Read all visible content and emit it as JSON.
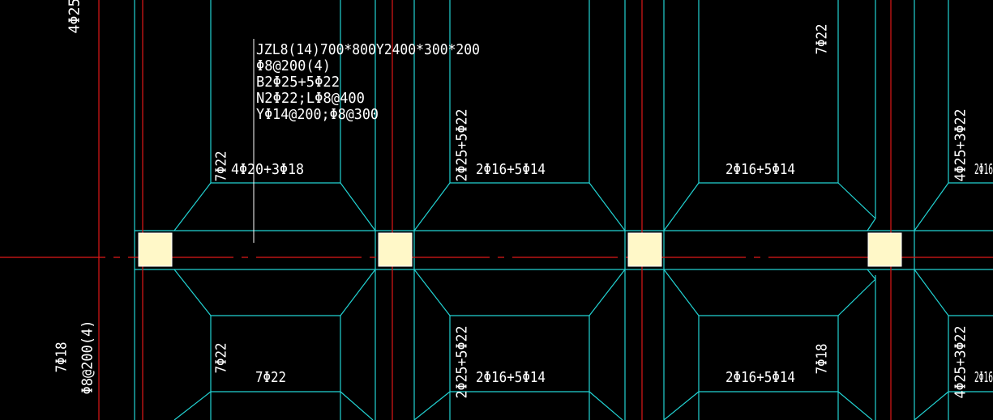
{
  "drawing": {
    "colors": {
      "background": "#000000",
      "beam_lines": "#22d3d3",
      "axis_lines": "#e01818",
      "column_fill": "#fff8c8",
      "text": "#ffffff"
    },
    "beam_annotation": {
      "line1": "JZL8(14)700*800Y2400*300*200",
      "line2": "Φ8@200(4)",
      "line3": "B2Φ25+5Φ22",
      "line4": "N2Φ22;LΦ8@400",
      "line5": "YΦ14@200;Φ8@300"
    },
    "labels": {
      "left_top_vertical": "4Φ25",
      "left_bottom_v1": "7Φ18",
      "left_bottom_v2": "Φ8@200(4)",
      "bay1_top_vertical": "7Φ22",
      "bay1_top": "4Φ20+3Φ18",
      "bay2_top_vertical": "2Φ25+5Φ22",
      "bay2_top": "2Φ16+5Φ14",
      "bay3_top": "2Φ16+5Φ14",
      "bay3_top_vertical_right": "7Φ22",
      "bay4_top_vertical": "4Φ25+3Φ22",
      "bay4_top_cut": "2Φ16",
      "bay1_bottom_vertical": "7Φ22",
      "bay1_bottom": "7Φ22",
      "bay2_bottom_vertical": "2Φ25+5Φ22",
      "bay2_bottom": "2Φ16+5Φ14",
      "bay3_bottom": "2Φ16+5Φ14",
      "bay3_bottom_vertical_right": "7Φ18",
      "bay4_bottom_vertical": "4Φ25+3Φ22",
      "bay4_bottom_cut": "2Φ16"
    }
  }
}
